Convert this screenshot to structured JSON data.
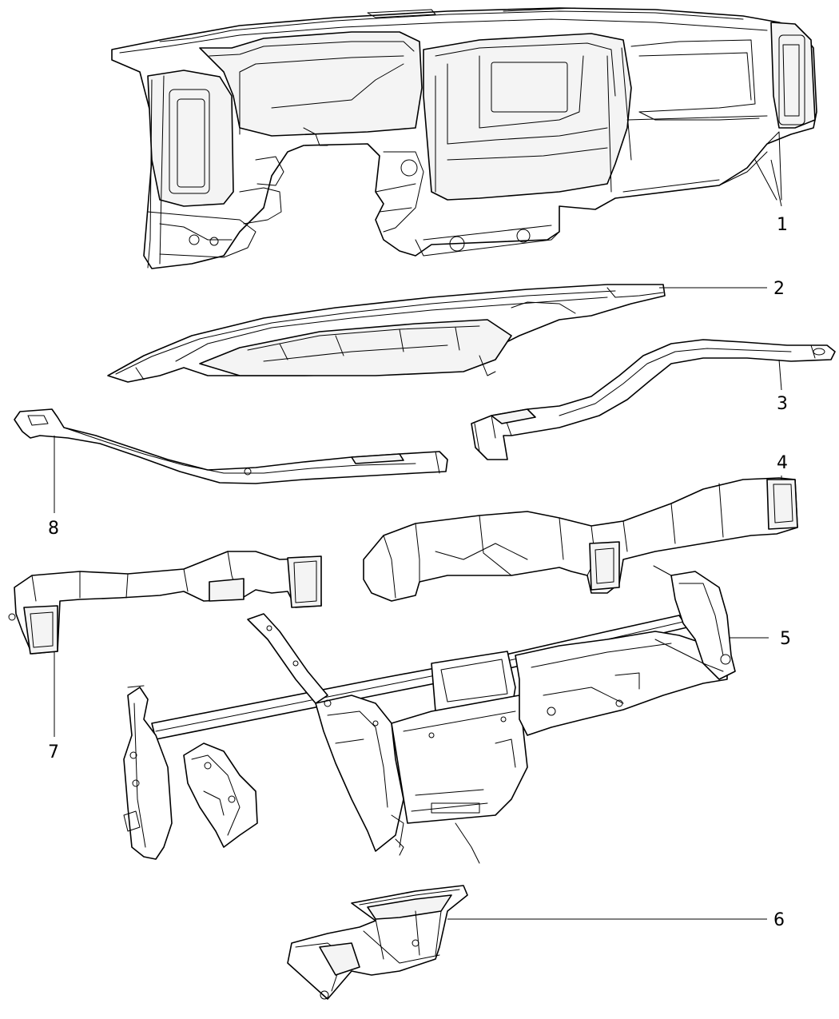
{
  "diagram": {
    "line_color": "#000000",
    "background": "#ffffff",
    "callouts": [
      {
        "id": "callout-1",
        "label": "1"
      },
      {
        "id": "callout-2",
        "label": "2"
      },
      {
        "id": "callout-3",
        "label": "3"
      },
      {
        "id": "callout-4",
        "label": "4"
      },
      {
        "id": "callout-5",
        "label": "5"
      },
      {
        "id": "callout-6",
        "label": "6"
      },
      {
        "id": "callout-7",
        "label": "7"
      },
      {
        "id": "callout-8",
        "label": "8"
      }
    ]
  }
}
